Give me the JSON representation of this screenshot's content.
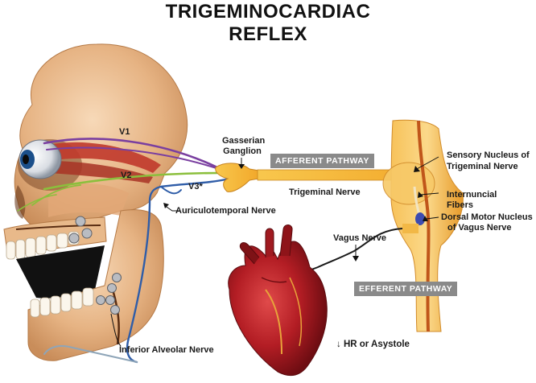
{
  "title": {
    "line1": "TRIGEMINOCARDIAC",
    "line2": "REFLEX"
  },
  "labels": {
    "v1": "V1",
    "v2": "V2",
    "v3": "V3*",
    "gasserian_line1": "Gasserian",
    "gasserian_line2": "Ganglion",
    "trigeminal_nerve": "Trigeminal Nerve",
    "auriculotemporal_nerve": "Auriculotemporal Nerve",
    "inferior_alveolar_nerve": "Inferior Alveolar Nerve",
    "vagus_nerve": "Vagus Nerve",
    "hr_or_asystole": "↓ HR or Asystole",
    "sensory_nucleus_line1": "Sensory Nucleus of",
    "sensory_nucleus_line2": "Trigeminal Nerve",
    "internuncial_line1": "Internuncial",
    "internuncial_line2": "Fibers",
    "dorsal_motor_line1": "Dorsal Motor Nucleus",
    "dorsal_motor_line2": "of Vagus  Nerve"
  },
  "badges": {
    "afferent": "AFFERENT PATHWAY",
    "efferent": "EFFERENT PATHWAY"
  },
  "colors": {
    "bone": "#e8b98a",
    "bone_shade": "#c98d5a",
    "nerve_yellow": "#f5b730",
    "nerve_v1_purple": "#7a3fa0",
    "nerve_v2_green": "#8bbf3c",
    "nerve_v3_blue": "#2f5da8",
    "vagus_black": "#1a1a1a",
    "heart_red": "#b31d24",
    "badge_gray": "#8a8a8a",
    "nucleus_blue": "#3d4bb0"
  }
}
